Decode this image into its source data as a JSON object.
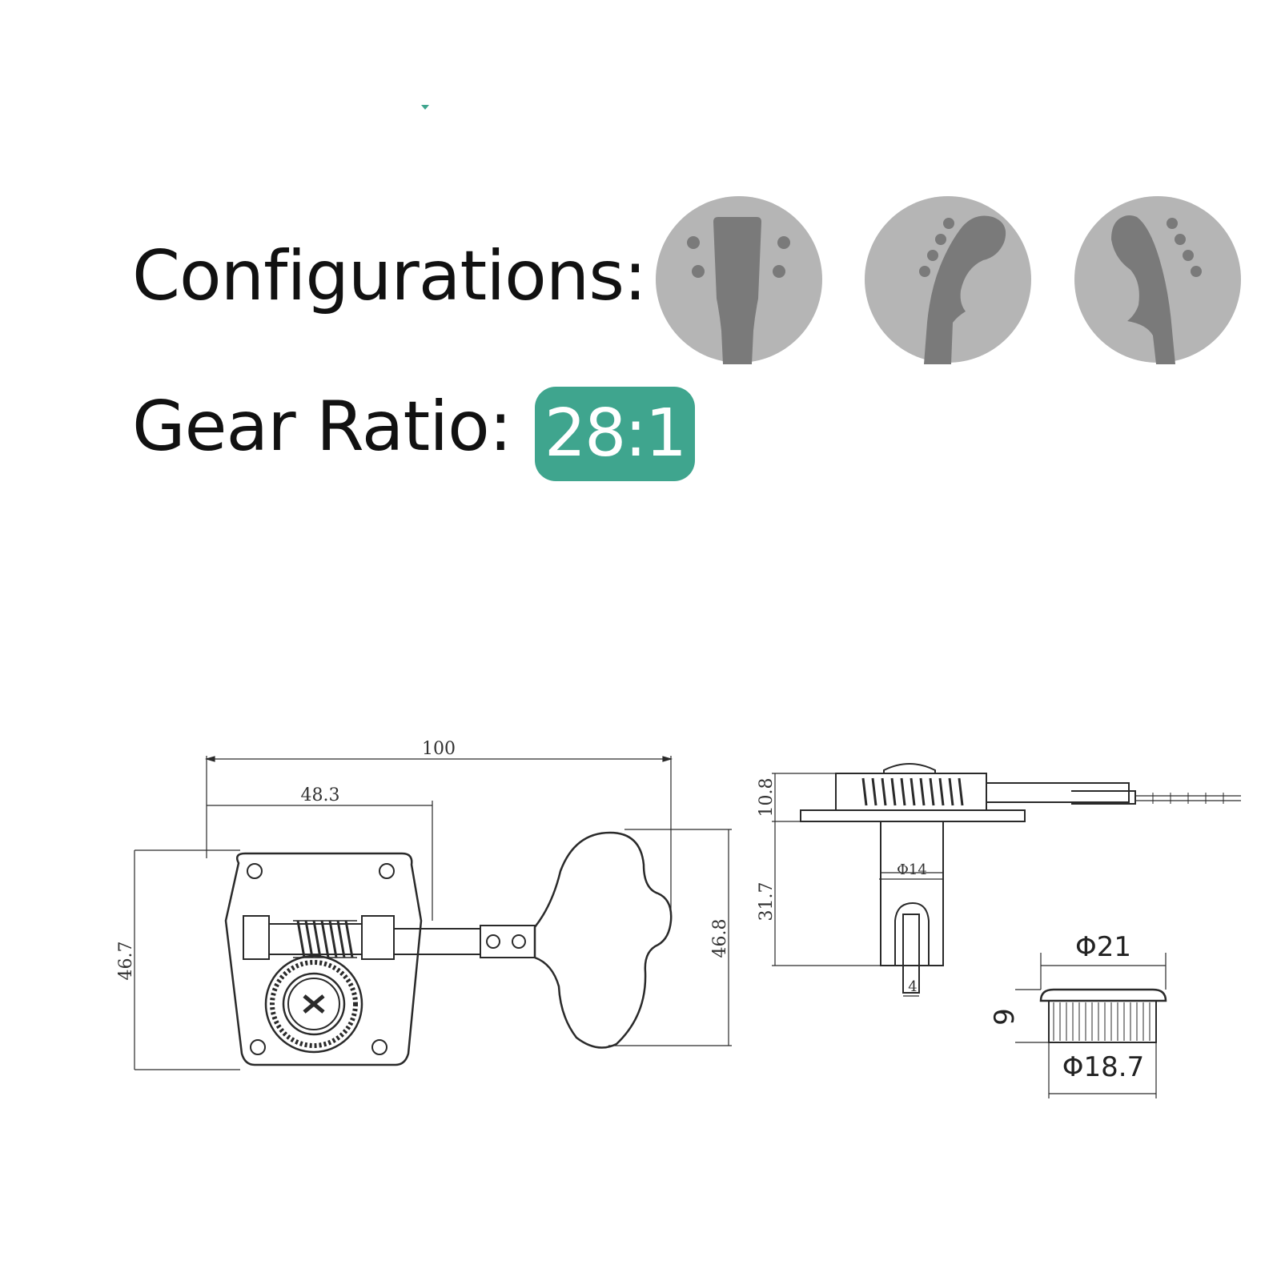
{
  "specs": {
    "configurations_label": "Configurations:",
    "gear_ratio_label": "Gear Ratio:",
    "gear_ratio_value": "28:1"
  },
  "configurations": [
    {
      "name": "2+2 headstock",
      "icon": "headstock-2x2-icon"
    },
    {
      "name": "4 in line headstock",
      "icon": "headstock-4-inline-icon"
    },
    {
      "name": "4 in line reverse headstock",
      "icon": "headstock-4-inline-reverse-icon"
    }
  ],
  "dimensions": {
    "overall_length": "100",
    "plate_width": "48.3",
    "plate_height": "46.7",
    "button_height": "46.8",
    "base_height": "10.8",
    "post_length": "31.7",
    "post_diameter": "Φ14",
    "post_slot": "4",
    "bushing_outer": "Φ21",
    "bushing_height": "9",
    "bushing_inner": "Φ18.7"
  },
  "colors": {
    "accent": "#3fa58e",
    "icon_bg": "#b5b5b5",
    "icon_fg": "#7a7a7a",
    "line": "#2a2a2a"
  }
}
